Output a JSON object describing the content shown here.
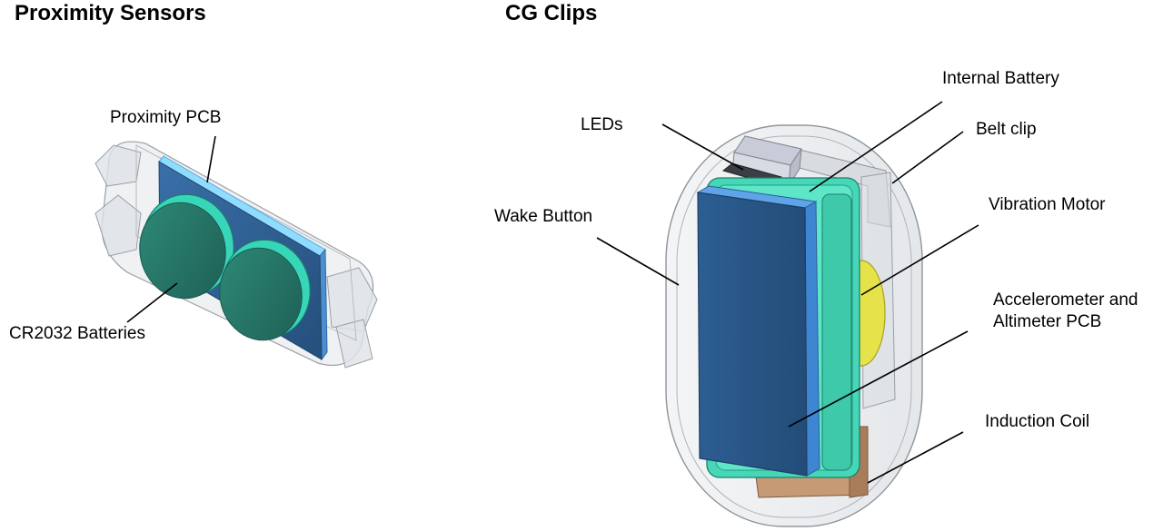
{
  "panels": {
    "left": {
      "title": "Proximity Sensors",
      "labels": {
        "pcb": "Proximity PCB",
        "batteries": "CR2032 Batteries"
      }
    },
    "right": {
      "title": "CG Clips",
      "labels": {
        "internal_battery": "Internal Battery",
        "leds": "LEDs",
        "belt_clip": "Belt clip",
        "wake_button": "Wake Button",
        "vibration_motor": "Vibration Motor",
        "accel_line1": "Accelerometer and",
        "accel_line2": "Altimeter PCB",
        "induction_coil": "Induction Coil"
      }
    }
  },
  "colors": {
    "pcb_blue": "#2f5f8f",
    "pcb_light": "#8ed8ff",
    "battery_green": "#2a7a6a",
    "battery_rim": "#4fe0c0",
    "shell_gray": "#d8dce0",
    "motor_yellow": "#e8e44a",
    "coil_tan": "#c8a080"
  }
}
